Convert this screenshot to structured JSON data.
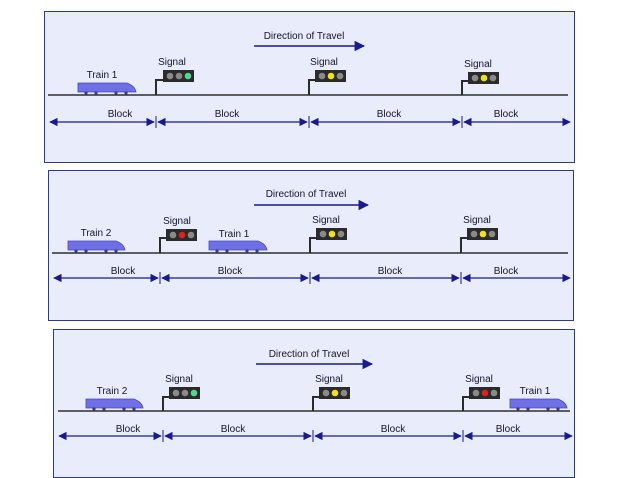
{
  "colors": {
    "panel_bg": "#e9ecfb",
    "panel_border": "#2a3a8c",
    "track": "#2e2e2e",
    "arrow": "#1a1a8c",
    "train": "#6f6fe6",
    "lamp_off": "#8a8a8a",
    "lamp_green": "#4fd98a",
    "lamp_yellow": "#f2e21a",
    "lamp_red": "#dd2020",
    "signal_box": "#2b2b2b"
  },
  "panels": [
    {
      "direction_label": "Direction of Travel",
      "block_labels": [
        "Block",
        "Block",
        "Block",
        "Block"
      ],
      "trains": [
        {
          "label": "Train 1",
          "position": "first block"
        }
      ],
      "signals": [
        {
          "label": "Signal",
          "aspect": "green",
          "lamps": [
            "off",
            "off",
            "green"
          ]
        },
        {
          "label": "Signal",
          "aspect": "yellow",
          "lamps": [
            "off",
            "yellow",
            "off"
          ]
        },
        {
          "label": "Signal",
          "aspect": "yellow",
          "lamps": [
            "off",
            "yellow",
            "off"
          ]
        }
      ]
    },
    {
      "direction_label": "Direction of Travel",
      "block_labels": [
        "Block",
        "Block",
        "Block",
        "Block"
      ],
      "trains": [
        {
          "label": "Train 2",
          "position": "first block"
        },
        {
          "label": "Train 1",
          "position": "second block"
        }
      ],
      "signals": [
        {
          "label": "Signal",
          "aspect": "red",
          "lamps": [
            "off",
            "red",
            "off"
          ]
        },
        {
          "label": "Signal",
          "aspect": "yellow",
          "lamps": [
            "off",
            "yellow",
            "off"
          ]
        },
        {
          "label": "Signal",
          "aspect": "yellow",
          "lamps": [
            "off",
            "yellow",
            "off"
          ]
        }
      ]
    },
    {
      "direction_label": "Direction of Travel",
      "block_labels": [
        "Block",
        "Block",
        "Block",
        "Block"
      ],
      "trains": [
        {
          "label": "Train 2",
          "position": "first block"
        },
        {
          "label": "Train 1",
          "position": "fourth block"
        }
      ],
      "signals": [
        {
          "label": "Signal",
          "aspect": "green",
          "lamps": [
            "off",
            "off",
            "green"
          ]
        },
        {
          "label": "Signal",
          "aspect": "yellow",
          "lamps": [
            "off",
            "yellow",
            "off"
          ]
        },
        {
          "label": "Signal",
          "aspect": "red",
          "lamps": [
            "off",
            "red",
            "off"
          ]
        }
      ]
    }
  ]
}
